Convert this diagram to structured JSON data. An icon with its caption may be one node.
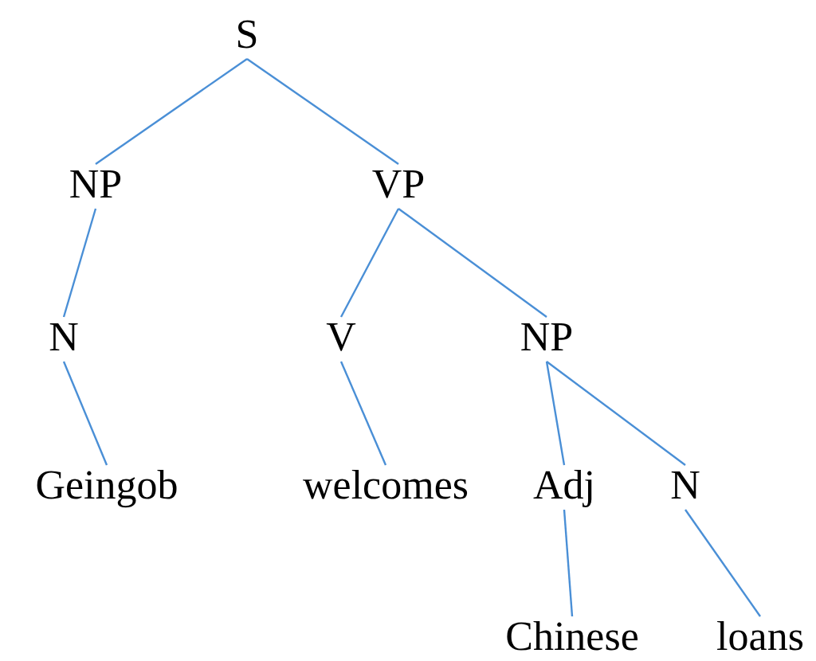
{
  "diagram": {
    "nodes": [
      {
        "text": [
          "S"
        ]
      },
      {
        "text": [
          "NP"
        ]
      },
      {
        "text": [
          "VP"
        ]
      },
      {
        "text": [
          "N"
        ]
      },
      {
        "text": [
          "V"
        ]
      },
      {
        "text": [
          "NP"
        ]
      },
      {
        "text": [
          "Geingob"
        ]
      },
      {
        "text": [
          "welcomes"
        ]
      },
      {
        "text": [
          "Adj"
        ]
      },
      {
        "text": [
          "N"
        ]
      },
      {
        "text": [
          "Chinese"
        ]
      },
      {
        "text": [
          "loans"
        ]
      }
    ],
    "edges": [
      {
        "from": 0,
        "to": 1,
        "arrow": "none"
      },
      {
        "from": 0,
        "to": 2,
        "arrow": "none"
      },
      {
        "from": 1,
        "to": 3,
        "arrow": "none"
      },
      {
        "from": 2,
        "to": 4,
        "arrow": "none"
      },
      {
        "from": 2,
        "to": 5,
        "arrow": "none"
      },
      {
        "from": 3,
        "to": 6,
        "arrow": "none"
      },
      {
        "from": 4,
        "to": 7,
        "arrow": "none"
      },
      {
        "from": 5,
        "to": 8,
        "arrow": "none"
      },
      {
        "from": 5,
        "to": 9,
        "arrow": "none"
      },
      {
        "from": 8,
        "to": 10,
        "arrow": "none"
      },
      {
        "from": 9,
        "to": 11,
        "arrow": "none"
      }
    ]
  }
}
